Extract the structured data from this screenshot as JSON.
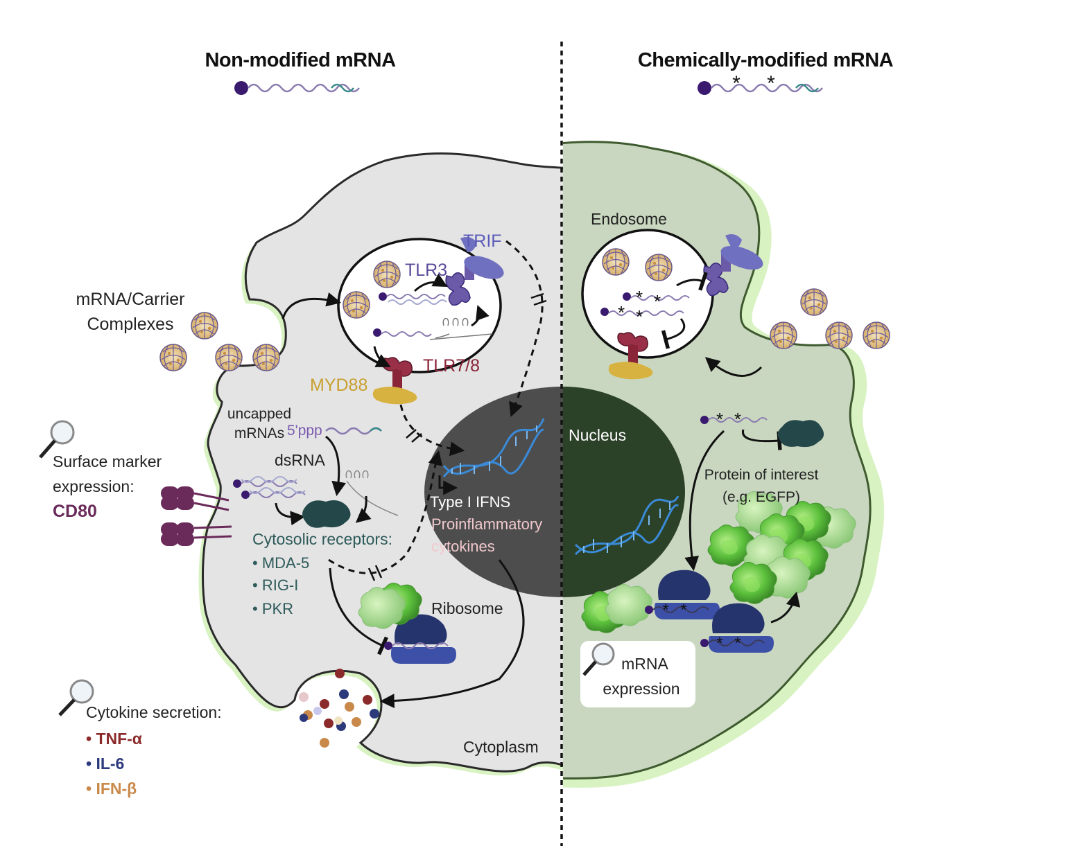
{
  "left_title": "Non-modified mRNA",
  "right_title": "Chemically-modified mRNA",
  "left": {
    "carrier_label": [
      "mRNA/Carrier",
      "Complexes"
    ],
    "tlr3": "TLR3",
    "trif": "TRIF",
    "tlr78": "TLR7/8",
    "myd88": "MYD88",
    "uncapped": [
      "uncapped",
      "mRNAs"
    ],
    "five_ppp": "5'ppp",
    "dsrna": "dsRNA",
    "surface": [
      "Surface marker",
      "expression:"
    ],
    "cd80": "CD80",
    "cytosolic_title": "Cytosolic receptors:",
    "cytosolic_items": [
      "• MDA-5",
      "• RIG-I",
      "• PKR"
    ],
    "type1": "Type I IFNS",
    "proinflammatory": [
      "Proinflammatory",
      "cytokines"
    ],
    "ribosome": "Ribosome",
    "cytokine_title": "Cytokine secretion:",
    "cytokines": [
      {
        "label": "• TNF-α",
        "color": "#8b2a2a"
      },
      {
        "label": "• IL-6",
        "color": "#2c3a7c"
      },
      {
        "label": "• IFN-β",
        "color": "#c8894a"
      }
    ],
    "cytoplasm": "Cytoplasm"
  },
  "right": {
    "endosome": "Endosome",
    "nucleus": "Nucleus",
    "protein": [
      "Protein of interest",
      "(e.g. EGFP)"
    ],
    "expression": [
      "mRNA",
      "expression"
    ]
  },
  "colors": {
    "left_cell": "#e4e4e4",
    "right_cell": "#c9d7c0",
    "cell_glow": "#d8f2c2",
    "nucleus_left": "#4d4d4d",
    "nucleus_right": "#2c4228",
    "tlr3": "#5a4a9a",
    "tlr78": "#8a2438",
    "myd88": "#d8b240",
    "cd80": "#6a2a5a",
    "ribosome": "#26346e",
    "egfp": "#6ec44a",
    "receptor": "#24484a",
    "mrna_cap": "#3a1a6e"
  }
}
